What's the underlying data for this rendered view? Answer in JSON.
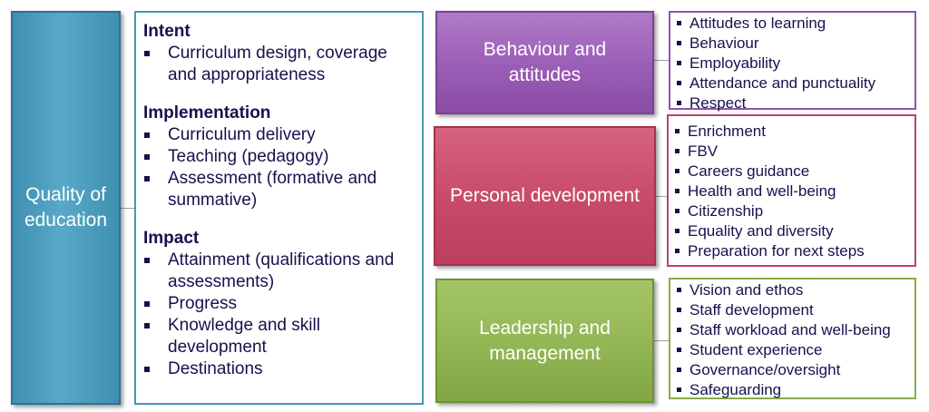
{
  "quality": {
    "title": "Quality of\neducation"
  },
  "intent": {
    "heading": "Intent",
    "items": [
      "Curriculum design, coverage and appropriateness"
    ]
  },
  "implementation": {
    "heading": "Implementation",
    "items": [
      "Curriculum delivery",
      "Teaching (pedagogy)",
      "Assessment (formative and summative)"
    ]
  },
  "impact": {
    "heading": "Impact",
    "items": [
      "Attainment (qualifications and assessments)",
      "Progress",
      "Knowledge and skill development",
      "Destinations"
    ]
  },
  "behaviour": {
    "title": "Behaviour and\nattitudes",
    "items": [
      "Attitudes to learning",
      "Behaviour",
      "Employability",
      "Attendance and punctuality",
      "Respect"
    ]
  },
  "personal": {
    "title": "Personal development",
    "items": [
      "Enrichment",
      "FBV",
      "Careers guidance",
      "Health and well-being",
      "Citizenship",
      "Equality and diversity",
      "Preparation for next steps"
    ]
  },
  "leadership": {
    "title": "Leadership and\nmanagement",
    "items": [
      "Vision and ethos",
      "Staff development",
      "Staff workload and well-being",
      "Student experience",
      "Governance/oversight",
      "Safeguarding"
    ]
  },
  "colors": {
    "quality": "#4f9fc0",
    "behaviour": "#9a5db5",
    "personal": "#c74a68",
    "leadership": "#93b655",
    "text": "#16124e"
  }
}
